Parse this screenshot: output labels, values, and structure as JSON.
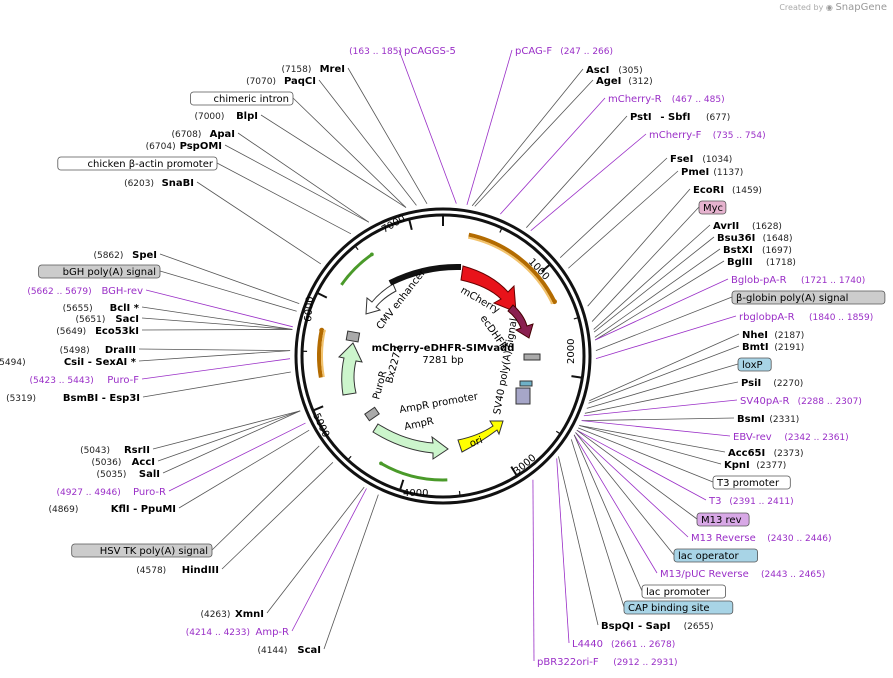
{
  "plasmid": {
    "name": "mCherry-eDHFR-SIMvadd",
    "length": "7281 bp"
  },
  "credit": {
    "created_by": "Created by",
    "brand": "SnapGene"
  },
  "colors": {
    "enzyme": "#000000",
    "primer": "#9a2fc7",
    "feature_box_blue": "#a8d4e6",
    "feature_box_gray": "#cccccc",
    "feature_box_pink": "#e6b3cf"
  },
  "ticks": [
    "1000",
    "2000",
    "3000",
    "4000",
    "5000",
    "6000",
    "7000"
  ],
  "right_labels": [
    {
      "kind": "primer",
      "range": "(163 .. 185)",
      "name": "pCAGGS-5"
    },
    {
      "kind": "primer",
      "name": "pCAG-F",
      "range": "(247 .. 266)"
    },
    {
      "kind": "enzyme",
      "name": "AscI",
      "num": "(305)"
    },
    {
      "kind": "enzyme",
      "name": "AgeI",
      "num": "(312)"
    },
    {
      "kind": "primer",
      "name": "mCherry-R",
      "range": "(467 .. 485)"
    },
    {
      "kind": "enzyme",
      "name": "PstI",
      "sep": "-",
      "name2": "SbfI",
      "num": "(677)"
    },
    {
      "kind": "primer",
      "name": "mCherry-F",
      "range": "(735 .. 754)"
    },
    {
      "kind": "enzyme",
      "name": "FseI",
      "num": "(1034)"
    },
    {
      "kind": "enzyme",
      "name": "PmeI",
      "num": "(1137)"
    },
    {
      "kind": "enzyme",
      "name": "EcoRI",
      "num": "(1459)"
    },
    {
      "kind": "feature",
      "name": "Myc",
      "box": "pink"
    },
    {
      "kind": "enzyme",
      "name": "AvrII",
      "num": "(1628)"
    },
    {
      "kind": "enzyme",
      "name": "Bsu36I",
      "num": "(1648)"
    },
    {
      "kind": "enzyme",
      "name": "BstXI",
      "num": "(1697)"
    },
    {
      "kind": "enzyme",
      "name": "BglII",
      "num": "(1718)"
    },
    {
      "kind": "primer",
      "name": "Bglob-pA-R",
      "range": "(1721 .. 1740)"
    },
    {
      "kind": "feature",
      "name": "β-globin poly(A) signal",
      "box": "gray"
    },
    {
      "kind": "primer",
      "name": "rbglobpA-R",
      "range": "(1840 .. 1859)"
    },
    {
      "kind": "enzyme",
      "name": "NheI",
      "num": "(2187)"
    },
    {
      "kind": "enzyme",
      "name": "BmtI",
      "num": "(2191)"
    },
    {
      "kind": "feature",
      "name": "loxP",
      "box": "blue"
    },
    {
      "kind": "enzyme",
      "name": "PsiI",
      "num": "(2270)"
    },
    {
      "kind": "primer",
      "name": "SV40pA-R",
      "range": "(2288 .. 2307)"
    },
    {
      "kind": "enzyme",
      "name": "BsmI",
      "num": "(2331)"
    },
    {
      "kind": "primer",
      "name": "EBV-rev",
      "range": "(2342 .. 2361)"
    },
    {
      "kind": "enzyme",
      "name": "Acc65I",
      "num": "(2373)"
    },
    {
      "kind": "enzyme",
      "name": "KpnI",
      "num": "(2377)"
    },
    {
      "kind": "feature",
      "name": "T3 promoter",
      "box": "white"
    },
    {
      "kind": "primer",
      "name": "T3",
      "range": "(2391 .. 2411)"
    },
    {
      "kind": "feature",
      "name": "M13 rev",
      "box": "violet"
    },
    {
      "kind": "primer",
      "name": "M13 Reverse",
      "range": "(2430 .. 2446)"
    },
    {
      "kind": "feature",
      "name": "lac operator",
      "box": "blue"
    },
    {
      "kind": "primer",
      "name": "M13/pUC Reverse",
      "range": "(2443 .. 2465)"
    },
    {
      "kind": "feature",
      "name": "lac promoter",
      "box": "white"
    },
    {
      "kind": "feature",
      "name": "CAP binding site",
      "box": "blue"
    },
    {
      "kind": "enzyme",
      "name": "BspQI",
      "sep": "-",
      "name2": "SapI",
      "num": "(2655)"
    },
    {
      "kind": "primer",
      "name": "L4440",
      "range": "(2661 .. 2678)"
    },
    {
      "kind": "primer",
      "name": "pBR322ori-F",
      "range": "(2912 .. 2931)"
    }
  ],
  "left_labels": [
    {
      "kind": "enzyme",
      "num": "(7158)",
      "name": "MreI"
    },
    {
      "kind": "enzyme",
      "num": "(7070)",
      "name": "PaqCI"
    },
    {
      "kind": "feature",
      "name": "chimeric intron",
      "box": "white"
    },
    {
      "kind": "enzyme",
      "num": "(7000)",
      "name": "BlpI"
    },
    {
      "kind": "enzyme",
      "num": "(6708)",
      "name": "ApaI"
    },
    {
      "kind": "enzyme",
      "num": "(6704)",
      "name": "PspOMI"
    },
    {
      "kind": "feature",
      "name": "chicken β-actin promoter",
      "box": "white"
    },
    {
      "kind": "enzyme",
      "num": "(6203)",
      "name": "SnaBI"
    },
    {
      "kind": "enzyme",
      "num": "(5862)",
      "name": "SpeI"
    },
    {
      "kind": "feature",
      "name": "bGH poly(A) signal",
      "box": "gray"
    },
    {
      "kind": "primer",
      "range": "(5662 .. 5679)",
      "name": "BGH-rev"
    },
    {
      "kind": "enzyme",
      "num": "(5655)",
      "name": "BclI",
      "star": "*"
    },
    {
      "kind": "enzyme",
      "num": "(5651)",
      "name": "SacI"
    },
    {
      "kind": "enzyme",
      "num": "(5649)",
      "name": "Eco53kI"
    },
    {
      "kind": "enzyme",
      "num": "(5498)",
      "name": "DraIII"
    },
    {
      "kind": "enzyme",
      "num": "(5494)",
      "name": "CsiI",
      "sep": "-",
      "name2": "SexAI",
      "star": "*"
    },
    {
      "kind": "primer",
      "range": "(5423 .. 5443)",
      "name": "Puro-F"
    },
    {
      "kind": "enzyme",
      "num": "(5319)",
      "name": "BsmBI",
      "sep": "-",
      "name2": "Esp3I"
    },
    {
      "kind": "enzyme",
      "num": "(5043)",
      "name": "RsrII"
    },
    {
      "kind": "enzyme",
      "num": "(5036)",
      "name": "AccI"
    },
    {
      "kind": "enzyme",
      "num": "(5035)",
      "name": "SalI"
    },
    {
      "kind": "primer",
      "range": "(4927 .. 4946)",
      "name": "Puro-R"
    },
    {
      "kind": "enzyme",
      "num": "(4869)",
      "name": "KflI",
      "sep": "-",
      "name2": "PpuMI"
    },
    {
      "kind": "feature",
      "name": "HSV TK poly(A) signal",
      "box": "gray"
    },
    {
      "kind": "enzyme",
      "num": "(4578)",
      "name": "HindIII"
    },
    {
      "kind": "enzyme",
      "num": "(4263)",
      "name": "XmnI"
    },
    {
      "kind": "primer",
      "range": "(4214 .. 4233)",
      "name": "Amp-R"
    },
    {
      "kind": "enzyme",
      "num": "(4144)",
      "name": "ScaI"
    }
  ],
  "inner_features": [
    "CMV enhancer",
    "mCherry",
    "ecDHFR",
    "SV40 poly(A) signal",
    "ori",
    "AmpR promoter",
    "AmpR",
    "PuroR",
    "Bx2272"
  ]
}
